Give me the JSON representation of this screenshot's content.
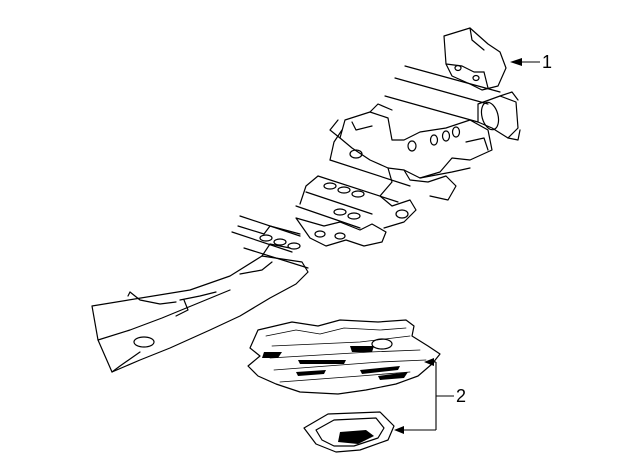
{
  "callouts": [
    {
      "id": "1",
      "label": "1",
      "part": "heat-shield-upper"
    },
    {
      "id": "2",
      "label": "2",
      "part": "floor-heat-shield-and-insulator"
    }
  ]
}
